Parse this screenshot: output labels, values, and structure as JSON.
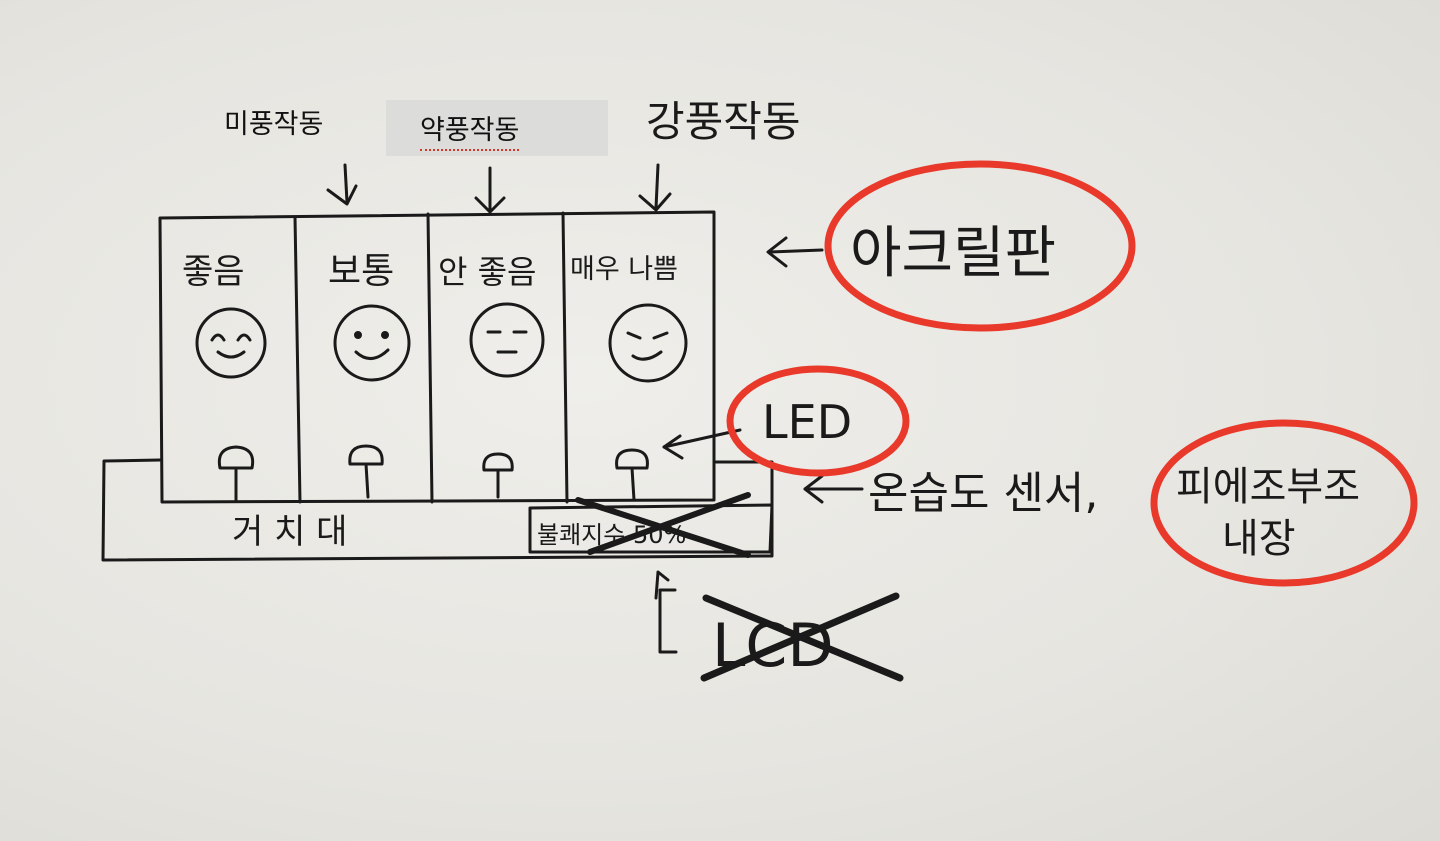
{
  "fan_labels": {
    "mild": "미풍작동",
    "weak": "약풍작동",
    "strong": "강풍작동"
  },
  "panels": [
    {
      "status": "좋음",
      "face": "happy"
    },
    {
      "status": "보통",
      "face": "smile"
    },
    {
      "status": "안 좋음",
      "face": "neutral"
    },
    {
      "status": "매우 나쁨",
      "face": "frown"
    }
  ],
  "stand_label": "거 치 대",
  "discomfort_label": "불쾌지수 50%",
  "callouts": {
    "acrylic": "아크릴판",
    "led": "LED",
    "sensor": "온습도 센서,",
    "piezo_line1": "피에조부조",
    "piezo_line2": "내장",
    "lcd": "LCD"
  },
  "colors": {
    "ink": "#1a1a1a",
    "highlight_circle": "#e8392b",
    "paper": "#e9e8e3"
  }
}
